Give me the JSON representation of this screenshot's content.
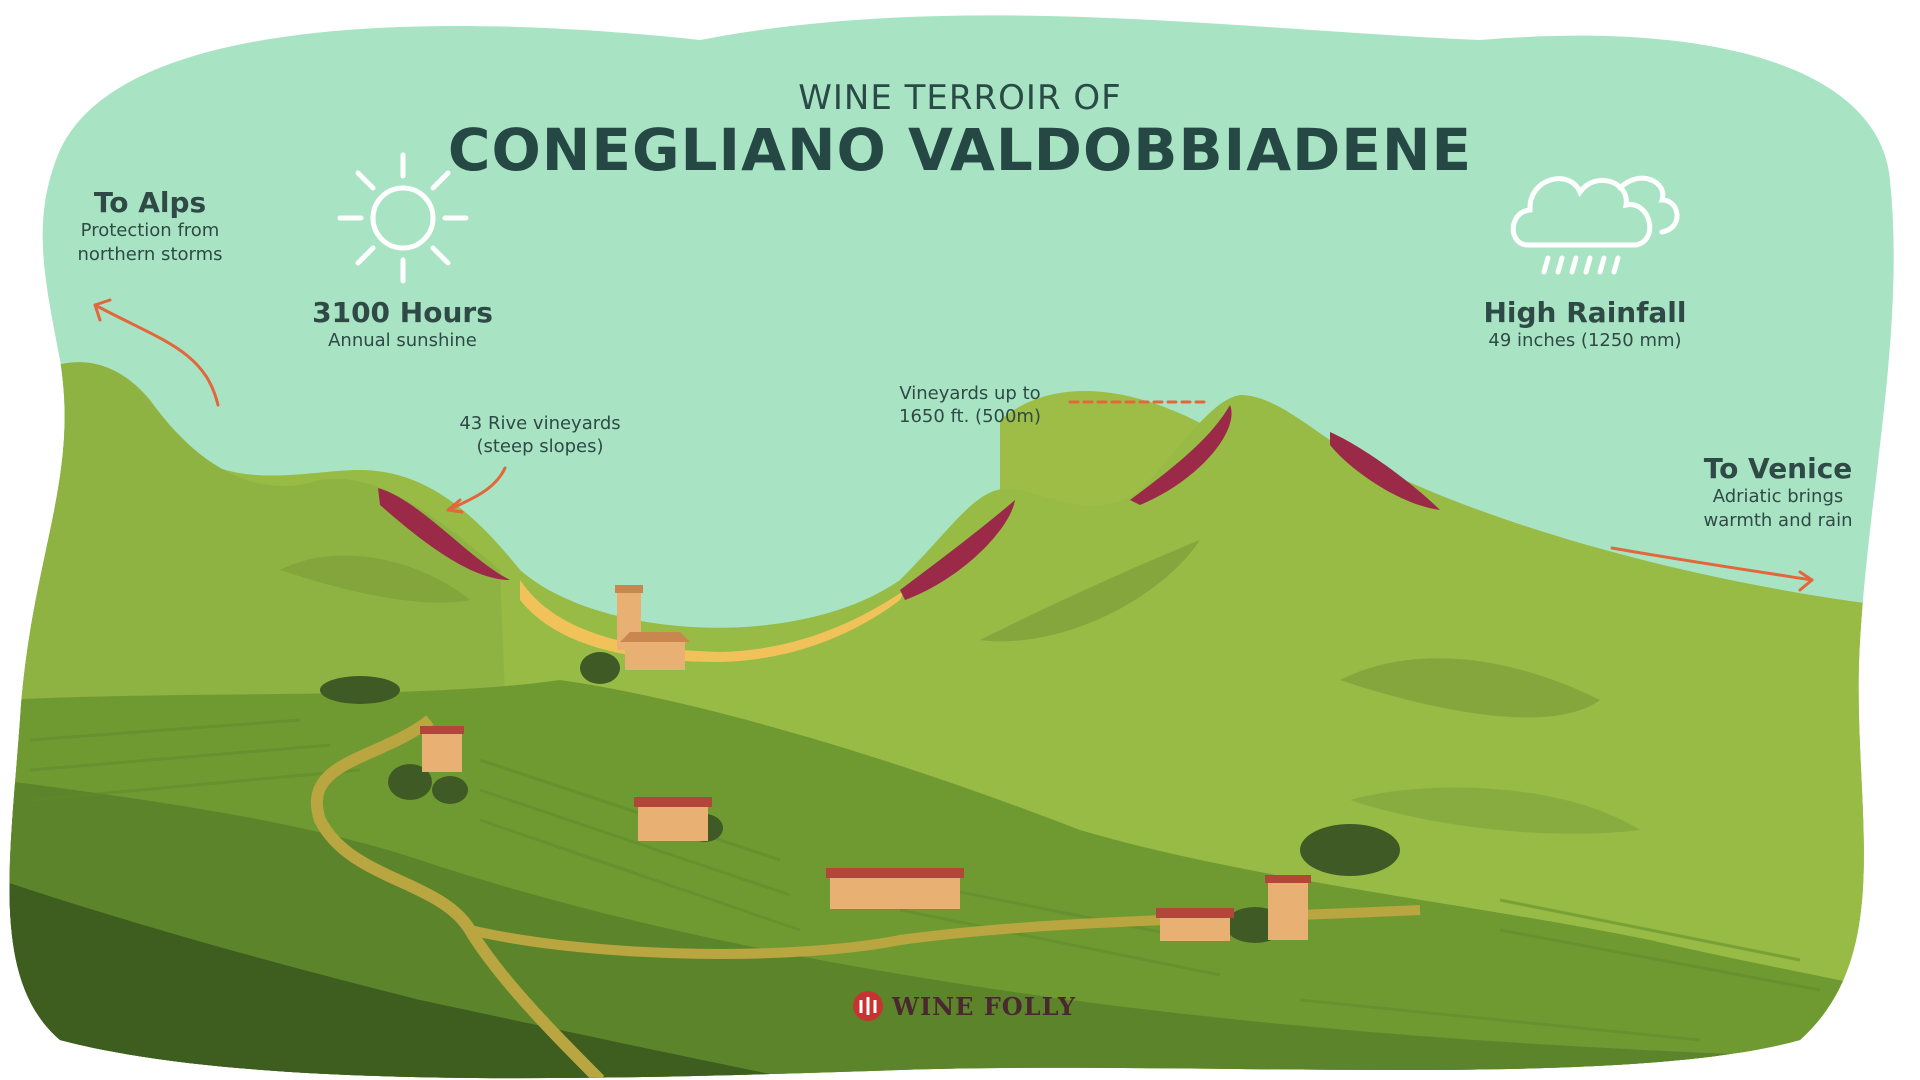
{
  "heading": {
    "eyebrow": "WINE TERROIR OF",
    "title": "CONEGLIANO VALDOBBIADENE"
  },
  "callouts": {
    "alps": {
      "title": "To Alps",
      "lines": [
        "Protection from",
        "northern storms"
      ],
      "icon": "arrow-up-left-icon"
    },
    "sunshine": {
      "title": "3100 Hours",
      "subtitle": "Annual sunshine",
      "icon": "sun-icon"
    },
    "rainfall": {
      "title": "High Rainfall",
      "subtitle": "49 inches (1250 mm)",
      "icon": "rain-cloud-icon"
    },
    "venice": {
      "title": "To Venice",
      "lines": [
        "Adriatic brings",
        "warmth and rain"
      ],
      "icon": "arrow-right-icon"
    },
    "rive": {
      "lines": [
        "43 Rive vineyards",
        "(steep slopes)"
      ]
    },
    "altitude": {
      "lines": [
        "Vineyards up to",
        "1650 ft. (500m)"
      ]
    }
  },
  "brand": {
    "name": "WINE FOLLY",
    "icon": "wine-folly-logo-icon"
  },
  "colors": {
    "sky": "#a8e4c4",
    "hill_light": "#9ec04a",
    "hill_mid": "#86ad3c",
    "hill_dark": "#4e7a2a",
    "vineyard": "#9b2a48",
    "road": "#b9a640",
    "accent_arrow": "#e2673c",
    "text": "#2f4a46"
  }
}
